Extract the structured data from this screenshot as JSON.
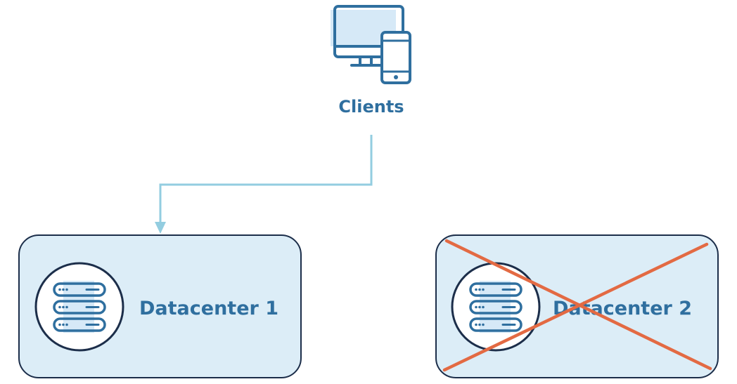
{
  "clients": {
    "label": "Clients",
    "icon": "devices-icon"
  },
  "datacenters": [
    {
      "label": "Datacenter 1",
      "icon": "server-stack-icon",
      "status": "active"
    },
    {
      "label": "Datacenter 2",
      "icon": "server-stack-icon",
      "status": "failed"
    }
  ],
  "colors": {
    "primary": "#2f6f9f",
    "dark_outline": "#1c2e4a",
    "box_fill": "#dcedf7",
    "connector": "#93cde0",
    "icon_fill": "#d6e9f7",
    "failure_cross": "#e36a43"
  }
}
